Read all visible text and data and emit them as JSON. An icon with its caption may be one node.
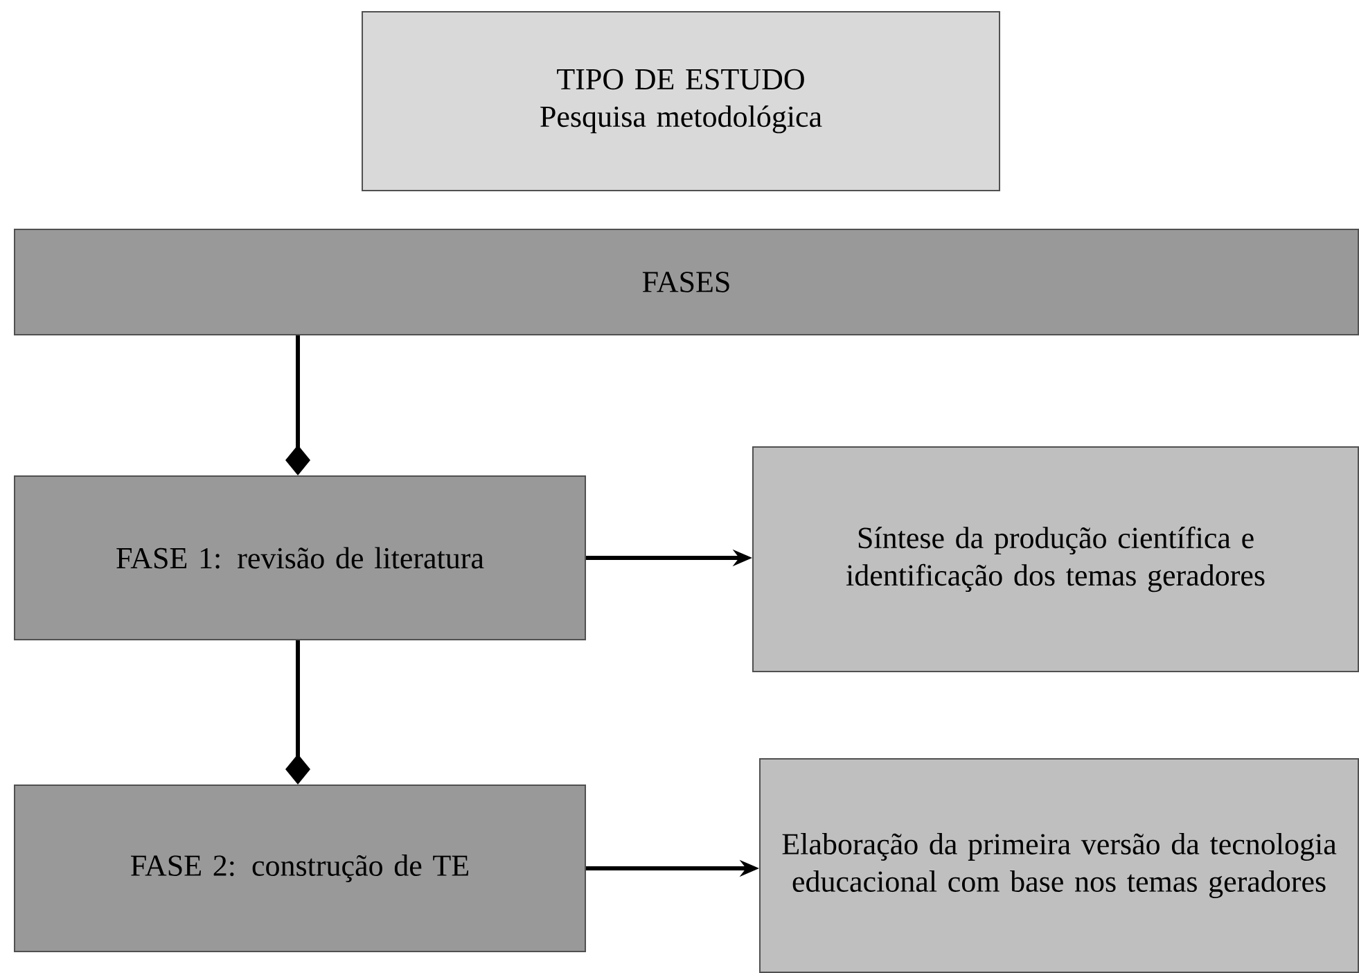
{
  "diagram": {
    "nodes": [
      {
        "text": [
          "TIPO DE ESTUDO",
          "Pesquisa metodológica"
        ]
      },
      {
        "text": [
          "FASES"
        ]
      },
      {
        "text": [
          "FASE 1: revisão de literatura"
        ]
      },
      {
        "text": [
          "Síntese da produção científica e identificação dos temas geradores"
        ]
      },
      {
        "text": [
          "FASE 2: construção de TE"
        ]
      },
      {
        "text": [
          "Elaboração da primeira versão da tecnologia educacional com base nos temas geradores"
        ]
      }
    ],
    "edges": [
      {
        "from": 1,
        "to": 2,
        "arrow": "other"
      },
      {
        "from": 2,
        "to": 3,
        "arrow": "to"
      },
      {
        "from": 2,
        "to": 4,
        "arrow": "other"
      },
      {
        "from": 4,
        "to": 5,
        "arrow": "to"
      }
    ]
  }
}
